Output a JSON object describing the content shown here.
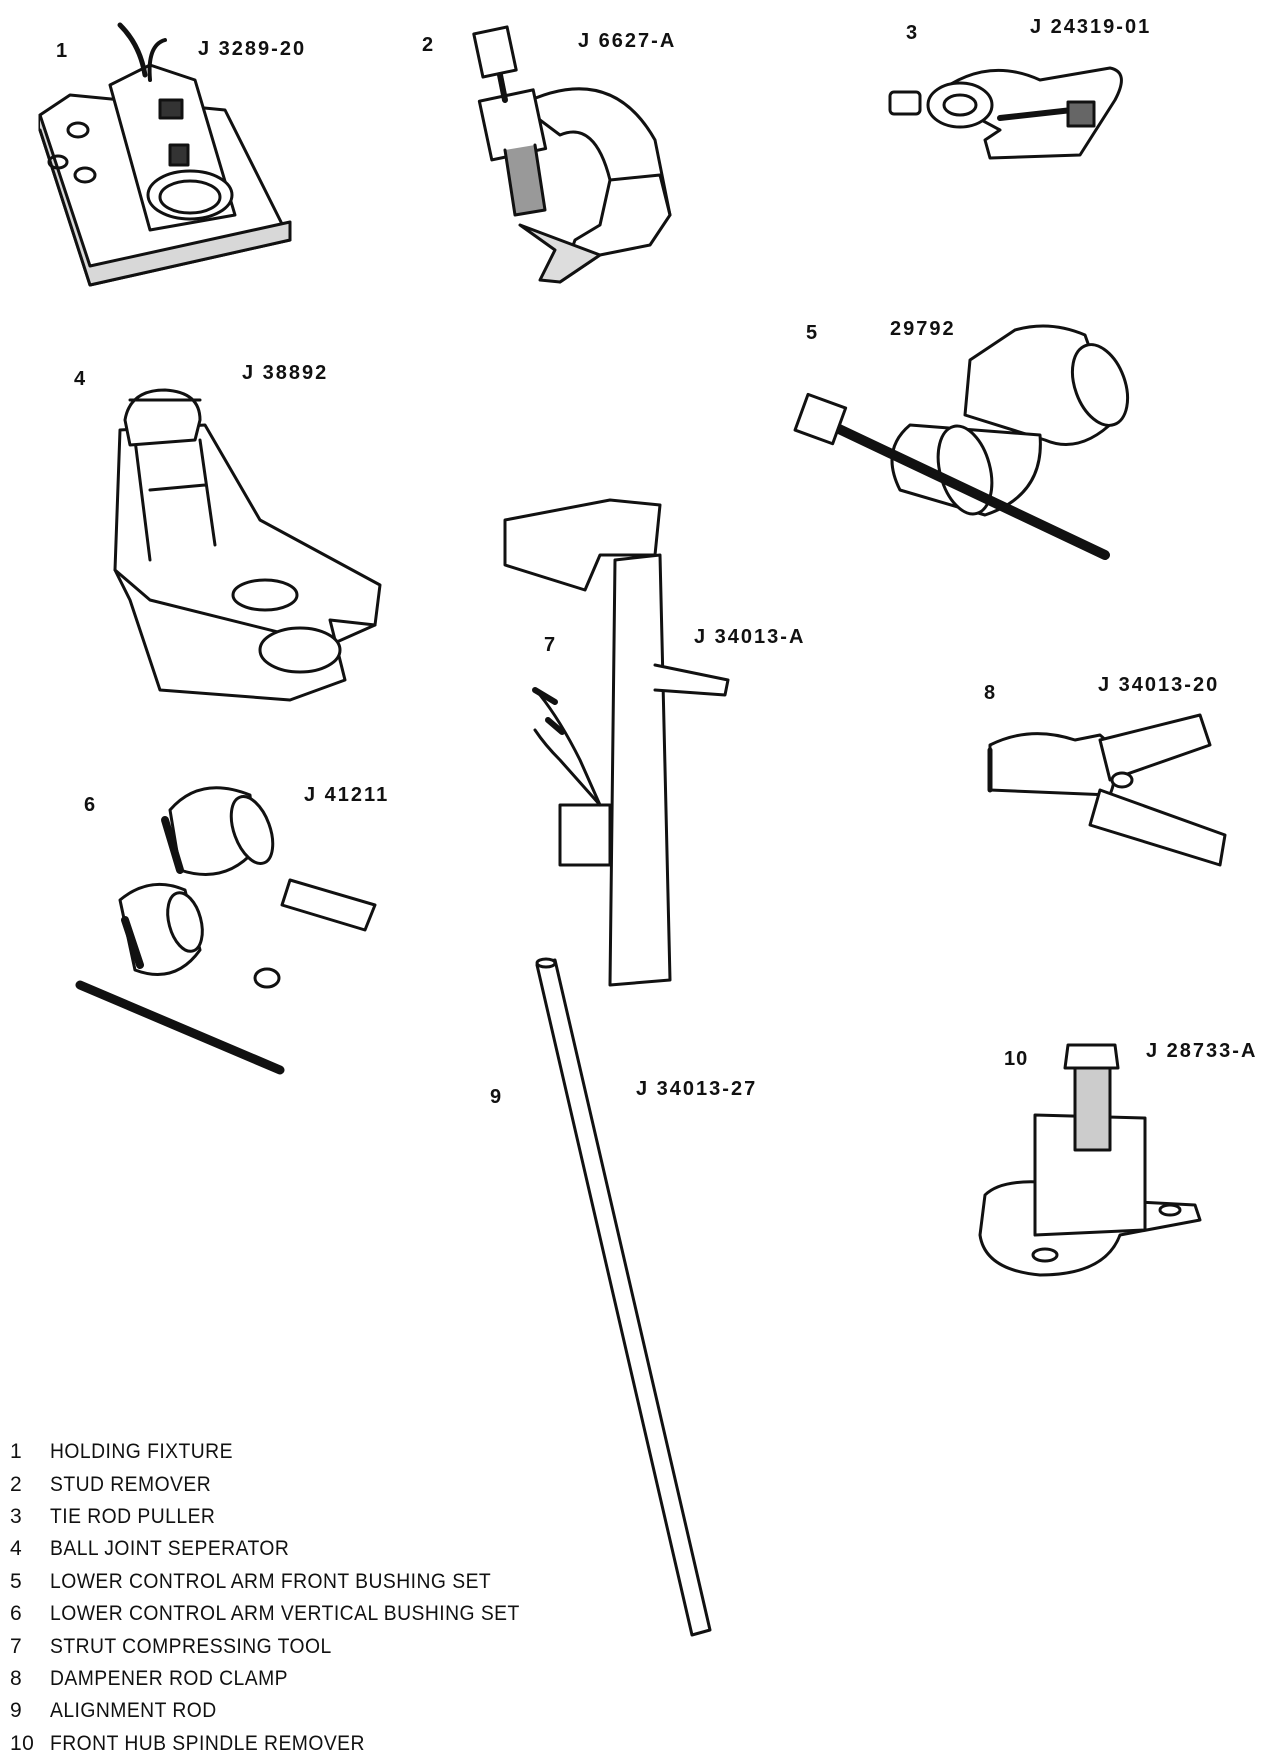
{
  "tools": [
    {
      "number": "1",
      "code": "J 3289-20"
    },
    {
      "number": "2",
      "code": "J 6627-A"
    },
    {
      "number": "3",
      "code": "J 24319-01"
    },
    {
      "number": "4",
      "code": "J 38892"
    },
    {
      "number": "5",
      "code": "29792"
    },
    {
      "number": "6",
      "code": "J 41211"
    },
    {
      "number": "7",
      "code": "J 34013-A"
    },
    {
      "number": "8",
      "code": "J 34013-20"
    },
    {
      "number": "9",
      "code": "J 34013-27"
    },
    {
      "number": "10",
      "code": "J 28733-A"
    }
  ],
  "legend": [
    {
      "number": "1",
      "text": "HOLDING FIXTURE"
    },
    {
      "number": "2",
      "text": "STUD REMOVER"
    },
    {
      "number": "3",
      "text": "TIE ROD PULLER"
    },
    {
      "number": "4",
      "text": "BALL JOINT SEPERATOR"
    },
    {
      "number": "5",
      "text": "LOWER CONTROL ARM FRONT BUSHING SET"
    },
    {
      "number": "6",
      "text": "LOWER CONTROL ARM VERTICAL BUSHING SET"
    },
    {
      "number": "7",
      "text": "STRUT COMPRESSING TOOL"
    },
    {
      "number": "8",
      "text": "DAMPENER ROD CLAMP"
    },
    {
      "number": "9",
      "text": "ALIGNMENT ROD"
    },
    {
      "number": "10",
      "text": "FRONT HUB SPINDLE REMOVER"
    }
  ]
}
